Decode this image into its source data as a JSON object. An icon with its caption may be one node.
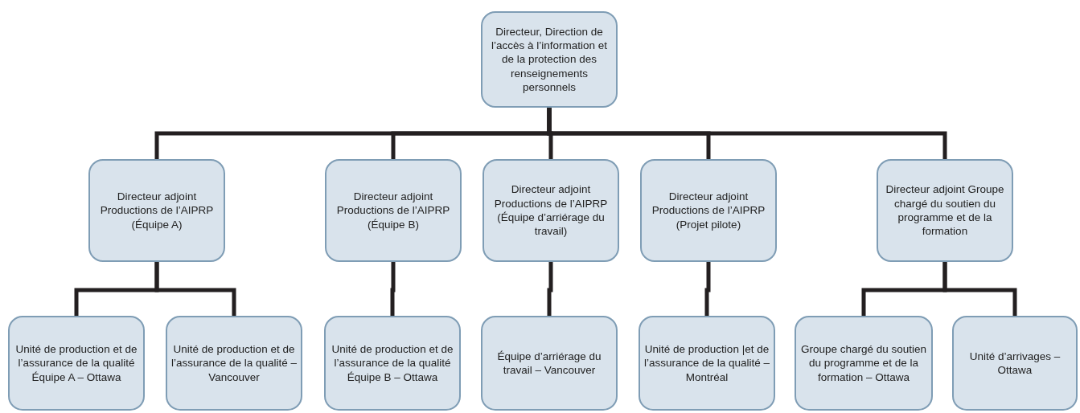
{
  "diagram": {
    "nodes": [
      {
        "text": [
          "Directeur, Direction de l’accès à l’information et de la protection des renseignements personnels"
        ]
      },
      {
        "text": [
          "Directeur adjoint Productions de l’AIPRP (Équipe A)"
        ]
      },
      {
        "text": [
          "Directeur adjoint Productions de l’AIPRP (Équipe B)"
        ]
      },
      {
        "text": [
          "Directeur adjoint Productions de l’AIPRP (Équipe d’arriérage du travail)"
        ]
      },
      {
        "text": [
          "Directeur adjoint Productions de l’AIPRP (Projet pilote)"
        ]
      },
      {
        "text": [
          "Directeur adjoint Groupe chargé du soutien du programme et de la formation"
        ]
      },
      {
        "text": [
          "Unité de production et de l’assurance de la qualité Équipe A – Ottawa"
        ]
      },
      {
        "text": [
          "Unité de production et de l’assurance de la qualité – Vancouver"
        ]
      },
      {
        "text": [
          "Unité de production et de l’assurance de la qualité Équipe B – Ottawa"
        ]
      },
      {
        "text": [
          "Équipe d’arriérage du travail – Vancouver"
        ]
      },
      {
        "text": [
          "Unité de production |et de l’assurance de la qualité – Montréal"
        ]
      },
      {
        "text": [
          "Groupe chargé du soutien du programme et de la formation – Ottawa"
        ]
      },
      {
        "text": [
          "Unité d’arrivages – Ottawa"
        ]
      }
    ],
    "edges": [
      {
        "from": 0,
        "to": 1,
        "arrow": "none"
      },
      {
        "from": 0,
        "to": 2,
        "arrow": "none"
      },
      {
        "from": 0,
        "to": 3,
        "arrow": "none"
      },
      {
        "from": 0,
        "to": 4,
        "arrow": "none"
      },
      {
        "from": 0,
        "to": 5,
        "arrow": "none"
      },
      {
        "from": 1,
        "to": 6,
        "arrow": "none"
      },
      {
        "from": 1,
        "to": 7,
        "arrow": "none"
      },
      {
        "from": 2,
        "to": 8,
        "arrow": "none"
      },
      {
        "from": 3,
        "to": 9,
        "arrow": "none"
      },
      {
        "from": 4,
        "to": 10,
        "arrow": "none"
      },
      {
        "from": 5,
        "to": 11,
        "arrow": "none"
      },
      {
        "from": 5,
        "to": 12,
        "arrow": "none"
      }
    ]
  }
}
